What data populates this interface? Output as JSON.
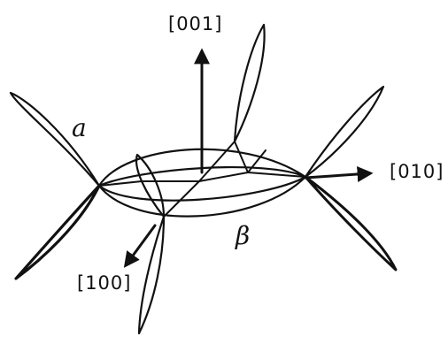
{
  "labels": {
    "axis_001": "[001]",
    "axis_010": "[010]",
    "axis_100": "[100]",
    "alpha": "a",
    "beta": "β"
  },
  "colors": {
    "ink": "#111111",
    "background": "#ffffff"
  }
}
